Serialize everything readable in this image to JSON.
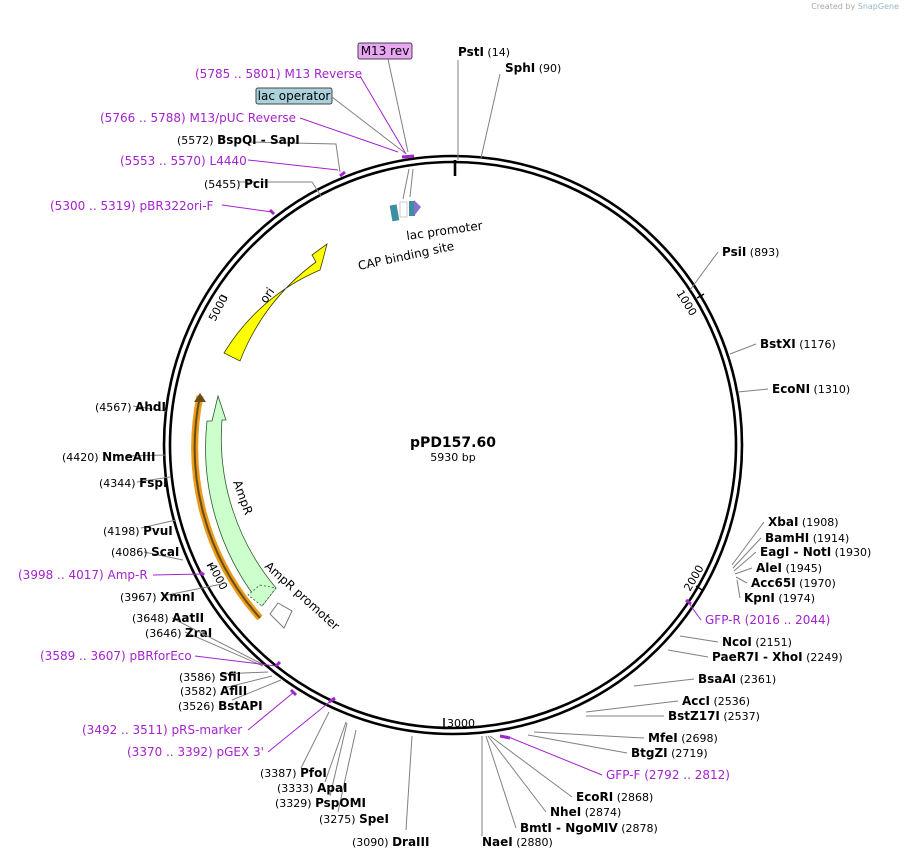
{
  "credit": {
    "prefix": "Created by",
    "brand": "SnapGene"
  },
  "plasmid": {
    "name": "pPD157.60",
    "size_label": "5930 bp",
    "length": 5930
  },
  "ticks": [
    "1000",
    "2000",
    "3000",
    "4000",
    "5000"
  ],
  "enzymes": [
    {
      "name": "PstI",
      "pos": "(14)",
      "side": "right"
    },
    {
      "name": "SphI",
      "pos": "(90)",
      "side": "right"
    },
    {
      "name": "PsiI",
      "pos": "(893)",
      "side": "right"
    },
    {
      "name": "BstXI",
      "pos": "(1176)",
      "side": "right"
    },
    {
      "name": "EcoNI",
      "pos": "(1310)",
      "side": "right"
    },
    {
      "name": "XbaI",
      "pos": "(1908)",
      "side": "right"
    },
    {
      "name": "BamHI",
      "pos": "(1914)",
      "side": "right"
    },
    {
      "name": "EagI - NotI",
      "pos": "(1930)",
      "side": "right"
    },
    {
      "name": "AleI",
      "pos": "(1945)",
      "side": "right"
    },
    {
      "name": "Acc65I",
      "pos": "(1970)",
      "side": "right"
    },
    {
      "name": "KpnI",
      "pos": "(1974)",
      "side": "right"
    },
    {
      "name": "NcoI",
      "pos": "(2151)",
      "side": "right"
    },
    {
      "name": "PaeR7I - XhoI",
      "pos": "(2249)",
      "side": "right"
    },
    {
      "name": "BsaAI",
      "pos": "(2361)",
      "side": "right"
    },
    {
      "name": "AccI",
      "pos": "(2536)",
      "side": "right"
    },
    {
      "name": "BstZ17I",
      "pos": "(2537)",
      "side": "right"
    },
    {
      "name": "MfeI",
      "pos": "(2698)",
      "side": "right"
    },
    {
      "name": "BtgZI",
      "pos": "(2719)",
      "side": "right"
    },
    {
      "name": "EcoRI",
      "pos": "(2868)",
      "side": "right"
    },
    {
      "name": "NheI",
      "pos": "(2874)",
      "side": "right"
    },
    {
      "name": "BmtI - NgoMIV",
      "pos": "(2878)",
      "side": "right"
    },
    {
      "name": "NaeI",
      "pos": "(2880)",
      "side": "right"
    },
    {
      "name": "DraIII",
      "pos": "(3090)",
      "side": "left"
    },
    {
      "name": "SpeI",
      "pos": "(3275)",
      "side": "left"
    },
    {
      "name": "PspOMI",
      "pos": "(3329)",
      "side": "left"
    },
    {
      "name": "ApaI",
      "pos": "(3333)",
      "side": "left"
    },
    {
      "name": "PfoI",
      "pos": "(3387)",
      "side": "left"
    },
    {
      "name": "BstAPI",
      "pos": "(3526)",
      "side": "left"
    },
    {
      "name": "AflII",
      "pos": "(3582)",
      "side": "left"
    },
    {
      "name": "SfiI",
      "pos": "(3586)",
      "side": "left"
    },
    {
      "name": "ZraI",
      "pos": "(3646)",
      "side": "left"
    },
    {
      "name": "AatII",
      "pos": "(3648)",
      "side": "left"
    },
    {
      "name": "XmnI",
      "pos": "(3967)",
      "side": "left"
    },
    {
      "name": "ScaI",
      "pos": "(4086)",
      "side": "left"
    },
    {
      "name": "PvuI",
      "pos": "(4198)",
      "side": "left"
    },
    {
      "name": "FspI",
      "pos": "(4344)",
      "side": "left"
    },
    {
      "name": "NmeAIII",
      "pos": "(4420)",
      "side": "left"
    },
    {
      "name": "AhdI",
      "pos": "(4567)",
      "side": "left"
    },
    {
      "name": "PciI",
      "pos": "(5455)",
      "side": "left"
    },
    {
      "name": "BspQI - SapI",
      "pos": "(5572)",
      "side": "left"
    }
  ],
  "primers": [
    {
      "name": "M13 Reverse",
      "range": "(5785 .. 5801)",
      "side": "left"
    },
    {
      "name": "M13/pUC Reverse",
      "range": "(5766 .. 5788)",
      "side": "left"
    },
    {
      "name": "L4440",
      "range": "(5553 .. 5570)",
      "side": "left"
    },
    {
      "name": "pBR322ori-F",
      "range": "(5300 .. 5319)",
      "side": "left"
    },
    {
      "name": "GFP-R",
      "range": "(2016 .. 2044)",
      "side": "right"
    },
    {
      "name": "GFP-F",
      "range": "(2792 .. 2812)",
      "side": "right"
    },
    {
      "name": "pBRforEco",
      "range": "(3589 .. 3607)",
      "side": "left"
    },
    {
      "name": "pRS-marker",
      "range": "(3492 .. 3511)",
      "side": "left"
    },
    {
      "name": "pGEX 3'",
      "range": "(3370 .. 3392)",
      "side": "left"
    },
    {
      "name": "Amp-R",
      "range": "(3998 .. 4017)",
      "side": "left"
    }
  ],
  "boxed_labels": [
    {
      "name": "M13 rev",
      "fill": "#e9a6f5"
    },
    {
      "name": "lac operator",
      "fill": "#a9d2dd"
    }
  ],
  "features": [
    {
      "name": "ori",
      "fill": "#ffff00"
    },
    {
      "name": "AmpR",
      "fill": "#ccffcc"
    },
    {
      "name": "AmpR promoter",
      "fill": "#ffffff"
    },
    {
      "name": "lac promoter",
      "fill": "#8a6ed1"
    },
    {
      "name": "CAP binding site",
      "fill": "#3c8ea3"
    }
  ],
  "colors": {
    "primer": "#a323cc",
    "leader": "#808080",
    "backbone": "#000000",
    "amp_outline": "#e89b1c"
  }
}
